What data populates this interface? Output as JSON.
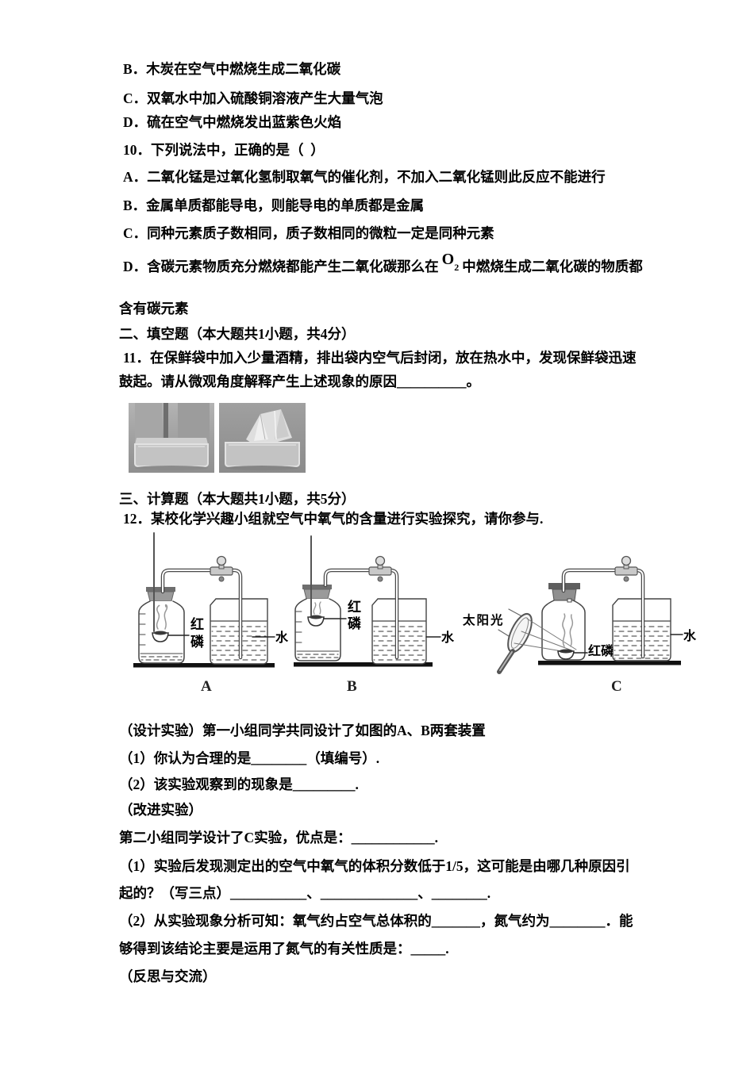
{
  "document": {
    "options_prev": [
      "B．木炭在空气中燃烧生成二氧化碳",
      "C．双氧水中加入硫酸铜溶液产生大量气泡",
      "D．硫在空气中燃烧发出蓝紫色火焰"
    ],
    "q10": {
      "stem": "10．下列说法中，正确的是（  ）",
      "optA": "A．二氧化锰是过氧化氢制取氧气的催化剂，不加入二氧化锰则此反应不能进行",
      "optB": "B．金属单质都能导电，则能导电的单质都是金属",
      "optC": "C．同种元素质子数相同，质子数相同的微粒一定是同种元素",
      "optD_pre": "D．含碳元素物质充分燃烧都能产生二氧化碳那么在",
      "optD_symbol": "O",
      "optD_subscript": "2",
      "optD_post": "中燃烧生成二氧化碳的物质都",
      "optD_cont": "含有碳元素"
    },
    "section2_title": "二、填空题（本大题共1小题，共4分）",
    "q11": {
      "line1": "11．在保鲜袋中加入少量酒精，排出袋内空气后封闭，放在热水中，发现保鲜袋迅速",
      "line2": "鼓起。请从微观角度解释产生上述现象的原因__________。"
    },
    "section3_title": "三、计算题（本大题共1小题，共5分）",
    "q12": {
      "stem": "12．某校化学兴趣小组就空气中氧气的含量进行实验探究，请你参与.",
      "design_intro": "（设计实验）第一小组同学共同设计了如图的A、B两套装置",
      "design_q1": "（1）你认为合理的是________（填编号）.",
      "design_q2": "（2）该实验观察到的现象是_________.",
      "improve_header": "（改进实验）",
      "improve_intro": "第二小组同学设计了C实验，优点是：____________.",
      "reason_line1": "（1）实验后发现测定出的空气中氧气的体积分数低于1/5，这可能是由哪几种原因引",
      "reason_line2": "起的？（写三点）___________、______________、________.",
      "conclusion_line1": "（2）从实验现象分析可知：氧气约占空气总体积的_______，氮气约为________．能",
      "conclusion_line2": "够得到该结论主要是运用了氮气的有关性质是：_____.",
      "reflect_header": "（反思与交流）"
    },
    "diagram": {
      "sunlight": "太阳光",
      "red_phosphorus": "红磷",
      "red_char1": "红",
      "red_char2": "磷",
      "water": "水",
      "letter_a": "A",
      "letter_b": "B",
      "letter_c": "C"
    }
  }
}
